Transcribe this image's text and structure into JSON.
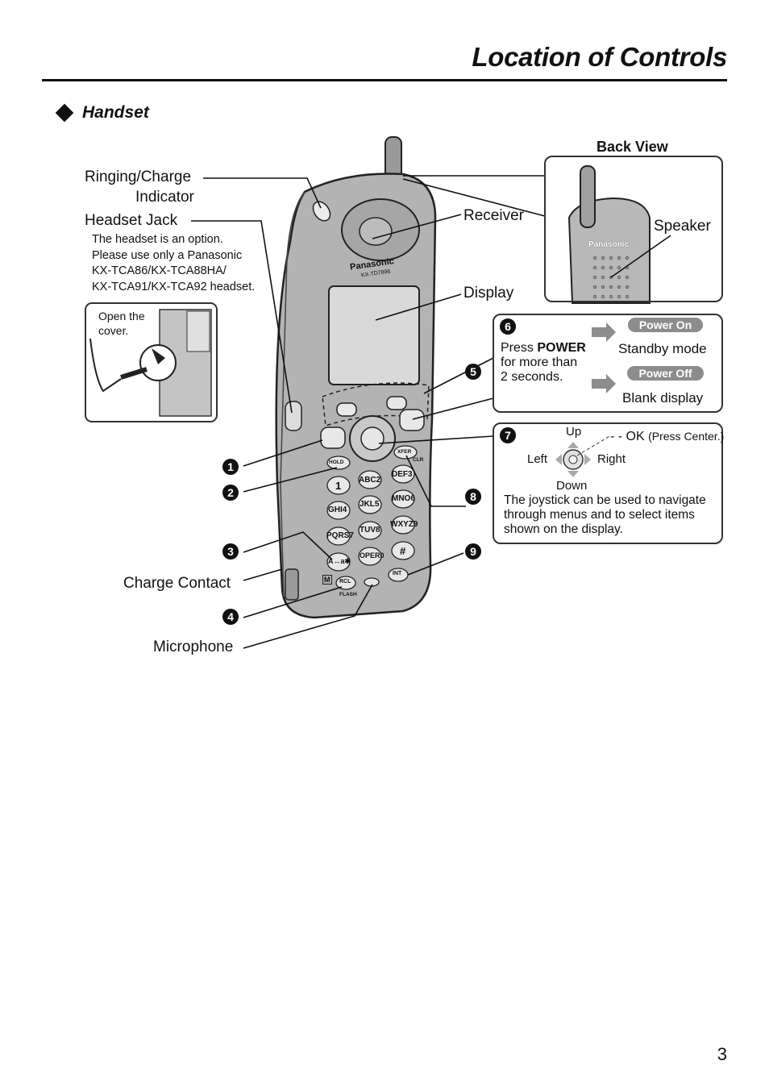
{
  "page": {
    "title": "Location of Controls",
    "section": "Handset",
    "page_number": "3"
  },
  "labels": {
    "ringing_line1": "Ringing/Charge",
    "ringing_line2": "Indicator",
    "headset_jack": "Headset Jack",
    "headset_note_1": "The headset is an option.",
    "headset_note_2": "Please use only a Panasonic",
    "headset_note_3": "KX-TCA86/KX-TCA88HA/",
    "headset_note_4": "KX-TCA91/KX-TCA92 headset.",
    "open_cover_1": "Open the",
    "open_cover_2": "cover.",
    "receiver": "Receiver",
    "display": "Display",
    "charge_contact": "Charge Contact",
    "microphone": "Microphone",
    "back_view": "Back View",
    "speaker": "Speaker"
  },
  "phone": {
    "brand": "Panasonic",
    "model": "KX-TD7896",
    "keys": {
      "hold": "HOLD",
      "xfer": "XFER",
      "clr": "CLR",
      "rcl": "RCL",
      "flash": "FLASH",
      "int": "INT",
      "m": "M",
      "k1": "1",
      "k2": "ABC2",
      "k3": "DEF3",
      "k4": "GHI4",
      "k5": "JKL5",
      "k6": "MNO6",
      "k7": "PQRS7",
      "k8": "TUV8",
      "k9": "WXYZ9",
      "kstar": "A↔a✱",
      "k0": "OPER0",
      "khash": "#"
    }
  },
  "callouts": {
    "n1": "1",
    "n2": "2",
    "n3": "3",
    "n4": "4",
    "n5": "5",
    "n8": "8",
    "n9": "9"
  },
  "power_box": {
    "number": "6",
    "press": "Press ",
    "power": "POWER",
    "line2": "for more than",
    "line3": "2 seconds.",
    "power_on": "Power On",
    "standby": "Standby mode",
    "power_off": "Power Off",
    "blank": "Blank display"
  },
  "joystick_box": {
    "number": "7",
    "up": "Up",
    "down": "Down",
    "left": "Left",
    "right": "Right",
    "ok_prefix": "- - OK ",
    "ok_note": "(Press Center.)",
    "desc_1": "The joystick can be used to navigate",
    "desc_2": "through menus and to select items",
    "desc_3": "shown on the display."
  }
}
